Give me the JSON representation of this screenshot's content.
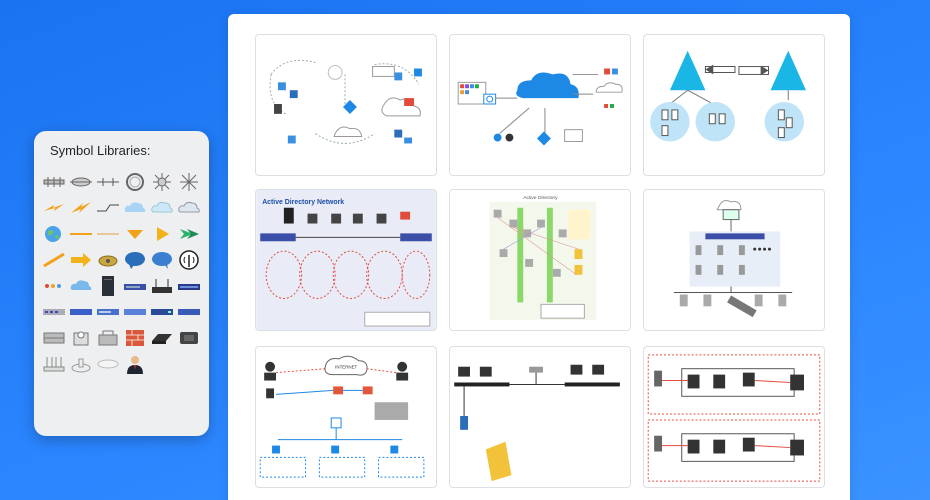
{
  "panel": {
    "title": "Symbol Libraries:"
  },
  "cards": [
    {
      "label": ""
    },
    {
      "label": ""
    },
    {
      "label": ""
    },
    {
      "label": "Active Directory Network"
    },
    {
      "label": "Active Directory"
    },
    {
      "label": ""
    },
    {
      "label": "INTERNET"
    },
    {
      "label": ""
    },
    {
      "label": ""
    }
  ],
  "colors": {
    "background": "#2b86ff",
    "azure": "#1e88e5",
    "cyan_triangle": "#19b6e6",
    "light_blue_circle": "#bfe3f7",
    "panel": "#eeeff1"
  }
}
